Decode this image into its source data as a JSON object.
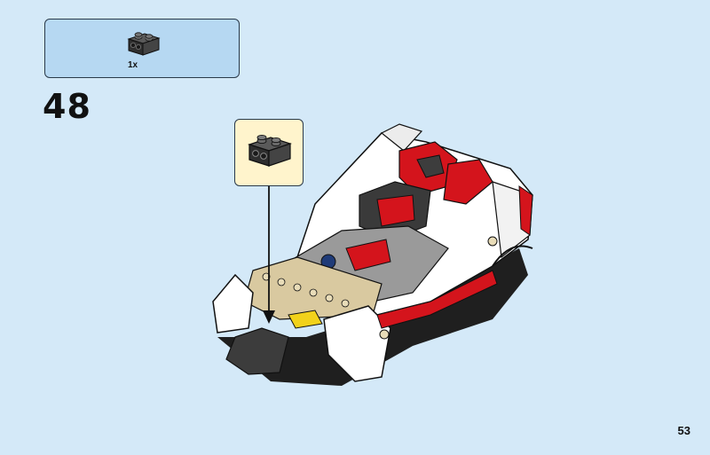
{
  "parts_list": {
    "items": [
      {
        "part_icon": "dark-gray-brick-1x2-with-studs-on-side",
        "quantity": "1x"
      }
    ]
  },
  "step": {
    "number": "48"
  },
  "callout": {
    "part_icon": "dark-gray-brick-1x2-with-studs-on-side"
  },
  "model": {
    "icon": "white-red-race-car-model"
  },
  "page": {
    "number": "53"
  },
  "colors": {
    "background": "#d4e9f8",
    "parts_box": "#b6d8f2",
    "callout_box": "#fff4cc",
    "brick_dark_gray": "#3c3c3c",
    "car_red": "#d4141c",
    "car_white": "#ffffff",
    "car_tan": "#d9c9a0",
    "car_blue": "#1f3b78",
    "car_yellow": "#f2d21b"
  }
}
